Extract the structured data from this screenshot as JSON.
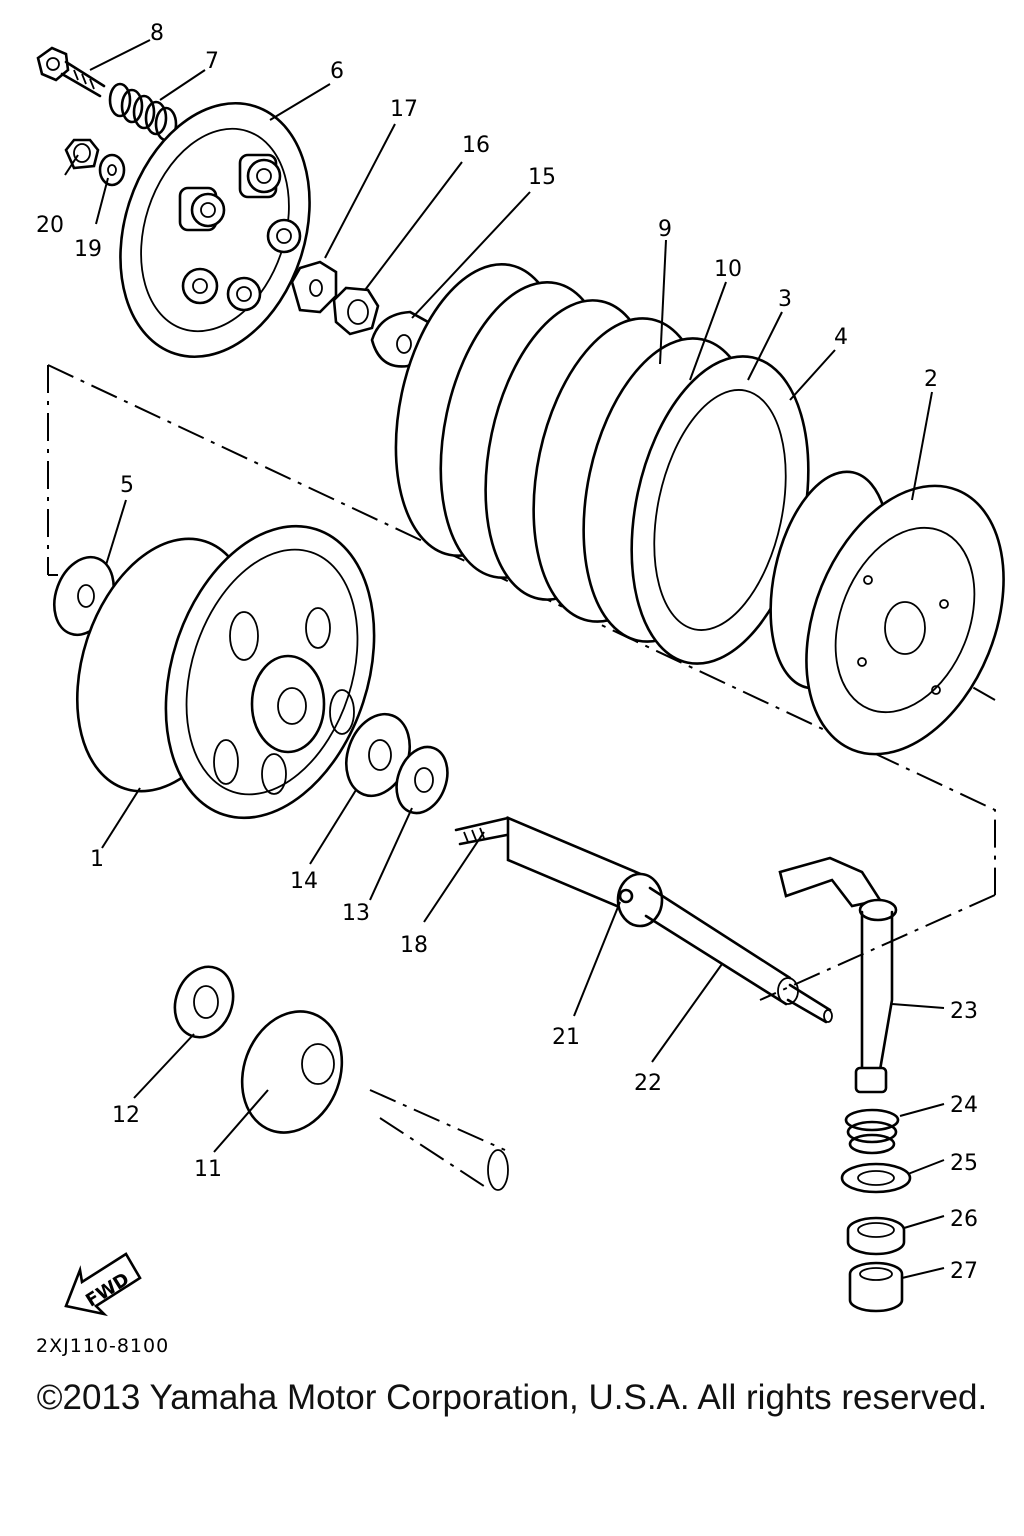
{
  "diagram": {
    "code": "2XJ110-8100",
    "fwd_label": "FWD",
    "copyright": "©2013 Yamaha Motor Corporation, U.S.A. All rights reserved.",
    "callouts": [
      "1",
      "2",
      "3",
      "4",
      "5",
      "6",
      "7",
      "8",
      "9",
      "10",
      "11",
      "12",
      "13",
      "14",
      "15",
      "16",
      "17",
      "18",
      "19",
      "20",
      "21",
      "22",
      "23",
      "24",
      "25",
      "26",
      "27"
    ]
  }
}
